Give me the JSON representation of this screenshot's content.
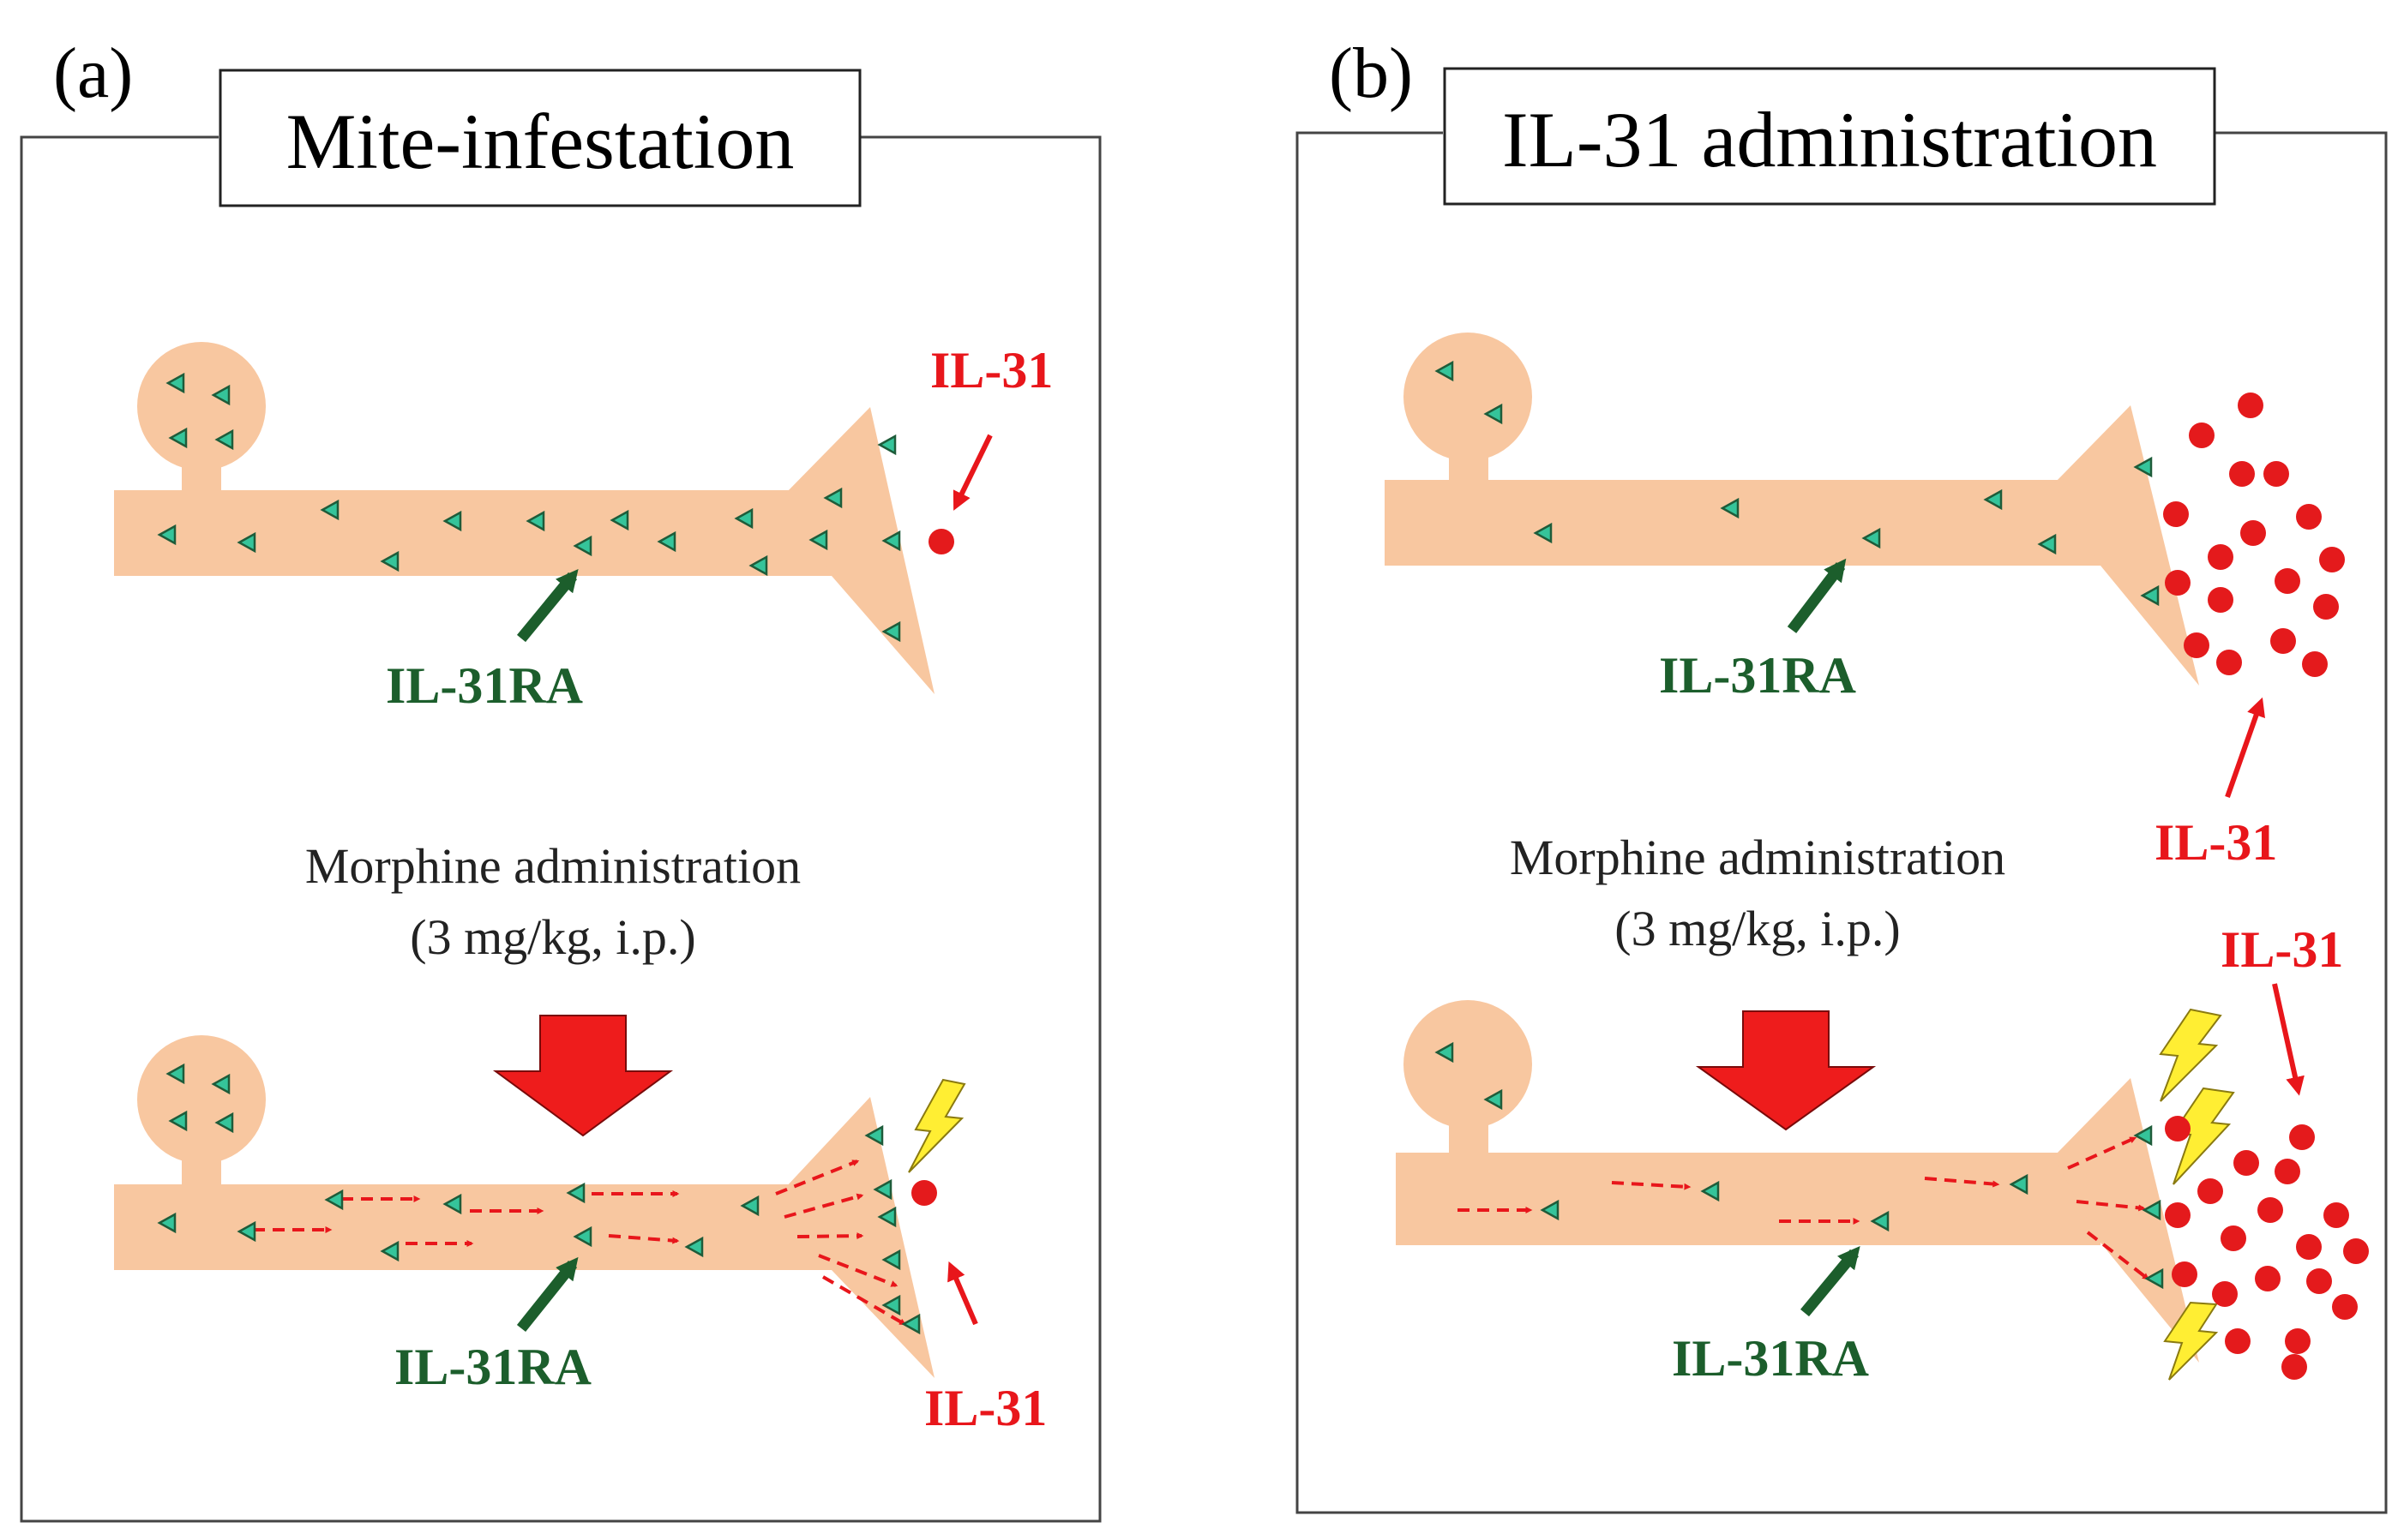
{
  "colors": {
    "neuron": "#f8c7a0",
    "receptor_fill": "#35c49a",
    "receptor_stroke": "#1e5c3a",
    "il31": "#e41a1c",
    "label_red": "#e8161b",
    "label_green": "#1c5e2c",
    "down_arrow": "#ee1c1c",
    "lightning": "#ffee33"
  },
  "panel_a": {
    "letter": "(a)",
    "title": "Mite-infestation",
    "top": {
      "il31_label": "IL-31",
      "receptor_label": "IL-31RA"
    },
    "caption_line1": "Morphine administration",
    "caption_line2": "(3 mg/kg, i.p.)",
    "bottom": {
      "receptor_label": "IL-31RA",
      "il31_label": "IL-31"
    }
  },
  "panel_b": {
    "letter": "(b)",
    "title": "IL-31 administration",
    "top": {
      "receptor_label": "IL-31RA",
      "il31_label": "IL-31"
    },
    "caption_line1": "Morphine administration",
    "caption_line2": "(3 mg/kg, i.p.)",
    "bottom": {
      "il31_label": "IL-31",
      "receptor_label": "IL-31RA"
    }
  }
}
